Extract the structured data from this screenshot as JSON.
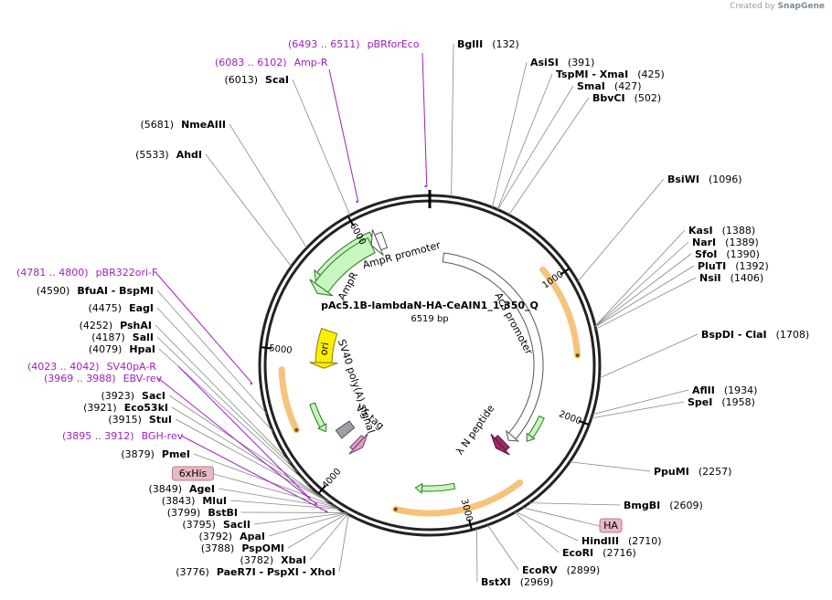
{
  "watermark": {
    "prefix": "Created by",
    "brand": "SnapGene"
  },
  "plasmid": {
    "name": "pAc5.1B-lambdaN-HA-CeAIN1_1-350_Q",
    "size_label": "6519 bp",
    "length": 6519
  },
  "ticks": [
    {
      "pos": 1000,
      "label": "1000"
    },
    {
      "pos": 2000,
      "label": "2000"
    },
    {
      "pos": 3000,
      "label": "3000"
    },
    {
      "pos": 4000,
      "label": "4000"
    },
    {
      "pos": 5000,
      "label": "5000"
    },
    {
      "pos": 6000,
      "label": "6000"
    }
  ],
  "sites": [
    {
      "name": "BglII",
      "pos_label": "(132)",
      "pos": 132
    },
    {
      "name": "AsiSI",
      "pos_label": "(391)",
      "pos": 391
    },
    {
      "name": "TspMI  -  XmaI",
      "pos_label": "(425)",
      "pos": 425
    },
    {
      "name": "SmaI",
      "pos_label": "(427)",
      "pos": 427
    },
    {
      "name": "BbvCI",
      "pos_label": "(502)",
      "pos": 502
    },
    {
      "name": "BsiWI",
      "pos_label": "(1096)",
      "pos": 1096
    },
    {
      "name": "KasI",
      "pos_label": "(1388)",
      "pos": 1388
    },
    {
      "name": "NarI",
      "pos_label": "(1389)",
      "pos": 1389
    },
    {
      "name": "SfoI",
      "pos_label": "(1390)",
      "pos": 1390
    },
    {
      "name": "PluTI",
      "pos_label": "(1392)",
      "pos": 1392
    },
    {
      "name": "NsiI",
      "pos_label": "(1406)",
      "pos": 1406
    },
    {
      "name": "BspDI  -  ClaI",
      "pos_label": "(1708)",
      "pos": 1708
    },
    {
      "name": "AflII",
      "pos_label": "(1934)",
      "pos": 1934
    },
    {
      "name": "SpeI",
      "pos_label": "(1958)",
      "pos": 1958
    },
    {
      "name": "PpuMI",
      "pos_label": "(2257)",
      "pos": 2257
    },
    {
      "name": "BmgBI",
      "pos_label": "(2609)",
      "pos": 2609
    },
    {
      "name": "HindIII",
      "pos_label": "(2710)",
      "pos": 2710
    },
    {
      "name": "EcoRI",
      "pos_label": "(2716)",
      "pos": 2716
    },
    {
      "name": "EcoRV",
      "pos_label": "(2899)",
      "pos": 2899
    },
    {
      "name": "BstXI",
      "pos_label": "(2969)",
      "pos": 2969
    },
    {
      "name": "PaeR7I  -  PspXI  -  XhoI",
      "pos_label": "(3776)",
      "pos": 3776
    },
    {
      "name": "XbaI",
      "pos_label": "(3782)",
      "pos": 3782
    },
    {
      "name": "PspOMI",
      "pos_label": "(3788)",
      "pos": 3788
    },
    {
      "name": "ApaI",
      "pos_label": "(3792)",
      "pos": 3792
    },
    {
      "name": "SacII",
      "pos_label": "(3795)",
      "pos": 3795
    },
    {
      "name": "BstBI",
      "pos_label": "(3799)",
      "pos": 3799
    },
    {
      "name": "MluI",
      "pos_label": "(3843)",
      "pos": 3843
    },
    {
      "name": "AgeI",
      "pos_label": "(3849)",
      "pos": 3849
    },
    {
      "name": "PmeI",
      "pos_label": "(3879)",
      "pos": 3879
    },
    {
      "name": "StuI",
      "pos_label": "(3915)",
      "pos": 3915
    },
    {
      "name": "Eco53kI",
      "pos_label": "(3921)",
      "pos": 3921
    },
    {
      "name": "SacI",
      "pos_label": "(3923)",
      "pos": 3923
    },
    {
      "name": "HpaI",
      "pos_label": "(4079)",
      "pos": 4079
    },
    {
      "name": "SalI",
      "pos_label": "(4187)",
      "pos": 4187
    },
    {
      "name": "PshAI",
      "pos_label": "(4252)",
      "pos": 4252
    },
    {
      "name": "EagI",
      "pos_label": "(4475)",
      "pos": 4475
    },
    {
      "name": "BfuAI  -  BspMI",
      "pos_label": "(4590)",
      "pos": 4590
    },
    {
      "name": "AhdI",
      "pos_label": "(5533)",
      "pos": 5533
    },
    {
      "name": "NmeAIII",
      "pos_label": "(5681)",
      "pos": 5681
    },
    {
      "name": "ScaI",
      "pos_label": "(6013)",
      "pos": 6013
    }
  ],
  "primers": [
    {
      "range": "(6493 .. 6511)",
      "name": "pBRforEco",
      "pos": 6502
    },
    {
      "range": "(6083 .. 6102)",
      "name": "Amp-R",
      "pos": 6092
    },
    {
      "range": "(4781 .. 4800)",
      "name": "pBR322ori-F",
      "pos": 4790
    },
    {
      "range": "(4023 .. 4042)",
      "name": "SV40pA-R",
      "pos": 4032
    },
    {
      "range": "(3969 .. 3988)",
      "name": "EBV-rev",
      "pos": 3978
    },
    {
      "range": "(3895 .. 3912)",
      "name": "BGH-rev",
      "pos": 3903
    }
  ],
  "boxed_labels": [
    {
      "text": "6xHis",
      "pos": 3860
    },
    {
      "text": "HA",
      "pos": 2660
    }
  ],
  "features": [
    {
      "name": "AcS promoter",
      "label": "AcS promoter"
    },
    {
      "name": "AmpR",
      "label": "AmpR"
    },
    {
      "name": "AmpR promoter",
      "label": "AmpR promoter"
    },
    {
      "name": "ori",
      "label": "ori"
    },
    {
      "name": "SV40 poly(A) signal",
      "label": "SV40 poly(A) signal"
    },
    {
      "name": "V5 tag",
      "label": "V5 tag"
    },
    {
      "name": "lambda N peptide",
      "label": "λ N peptide"
    }
  ],
  "colors": {
    "backbone": "#222222",
    "primer": "#a020c0",
    "cds": "#c8f5c0",
    "cds_edge": "#2d7a1f",
    "orf_band": "#f5c47a",
    "promoter": "#ffffff",
    "ori": "#ffee00",
    "polya": "#9aa0a6",
    "v5tag": "#d9a0c8",
    "lambda": "#a0286a",
    "boxed_fill": "#e8b8c4"
  }
}
